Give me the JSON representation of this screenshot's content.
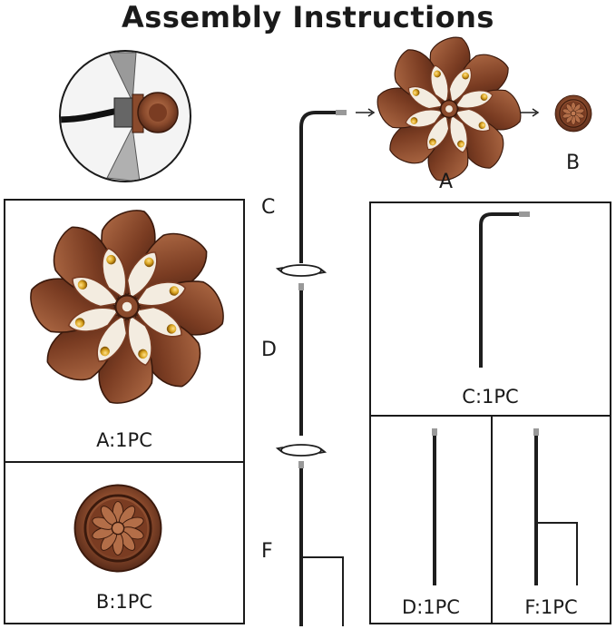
{
  "title": "Assembly Instructions",
  "steps": {
    "part_a": "A",
    "part_b": "B",
    "part_c": "C",
    "part_d": "D",
    "part_f": "F"
  },
  "parts": [
    {
      "id": "A",
      "caption": "A:1PC"
    },
    {
      "id": "B",
      "caption": "B:1PC"
    },
    {
      "id": "C",
      "caption": "C:1PC"
    },
    {
      "id": "D",
      "caption": "D:1PC"
    },
    {
      "id": "F",
      "caption": "F:1PC"
    }
  ],
  "colors": {
    "copper_dark": "#4a2214",
    "copper": "#8a4a2c",
    "copper_light": "#c07a52",
    "cream": "#f3ece0",
    "gem": "#d9a420",
    "rod": "#1e1e1e",
    "frame": "#1a1a1a"
  }
}
